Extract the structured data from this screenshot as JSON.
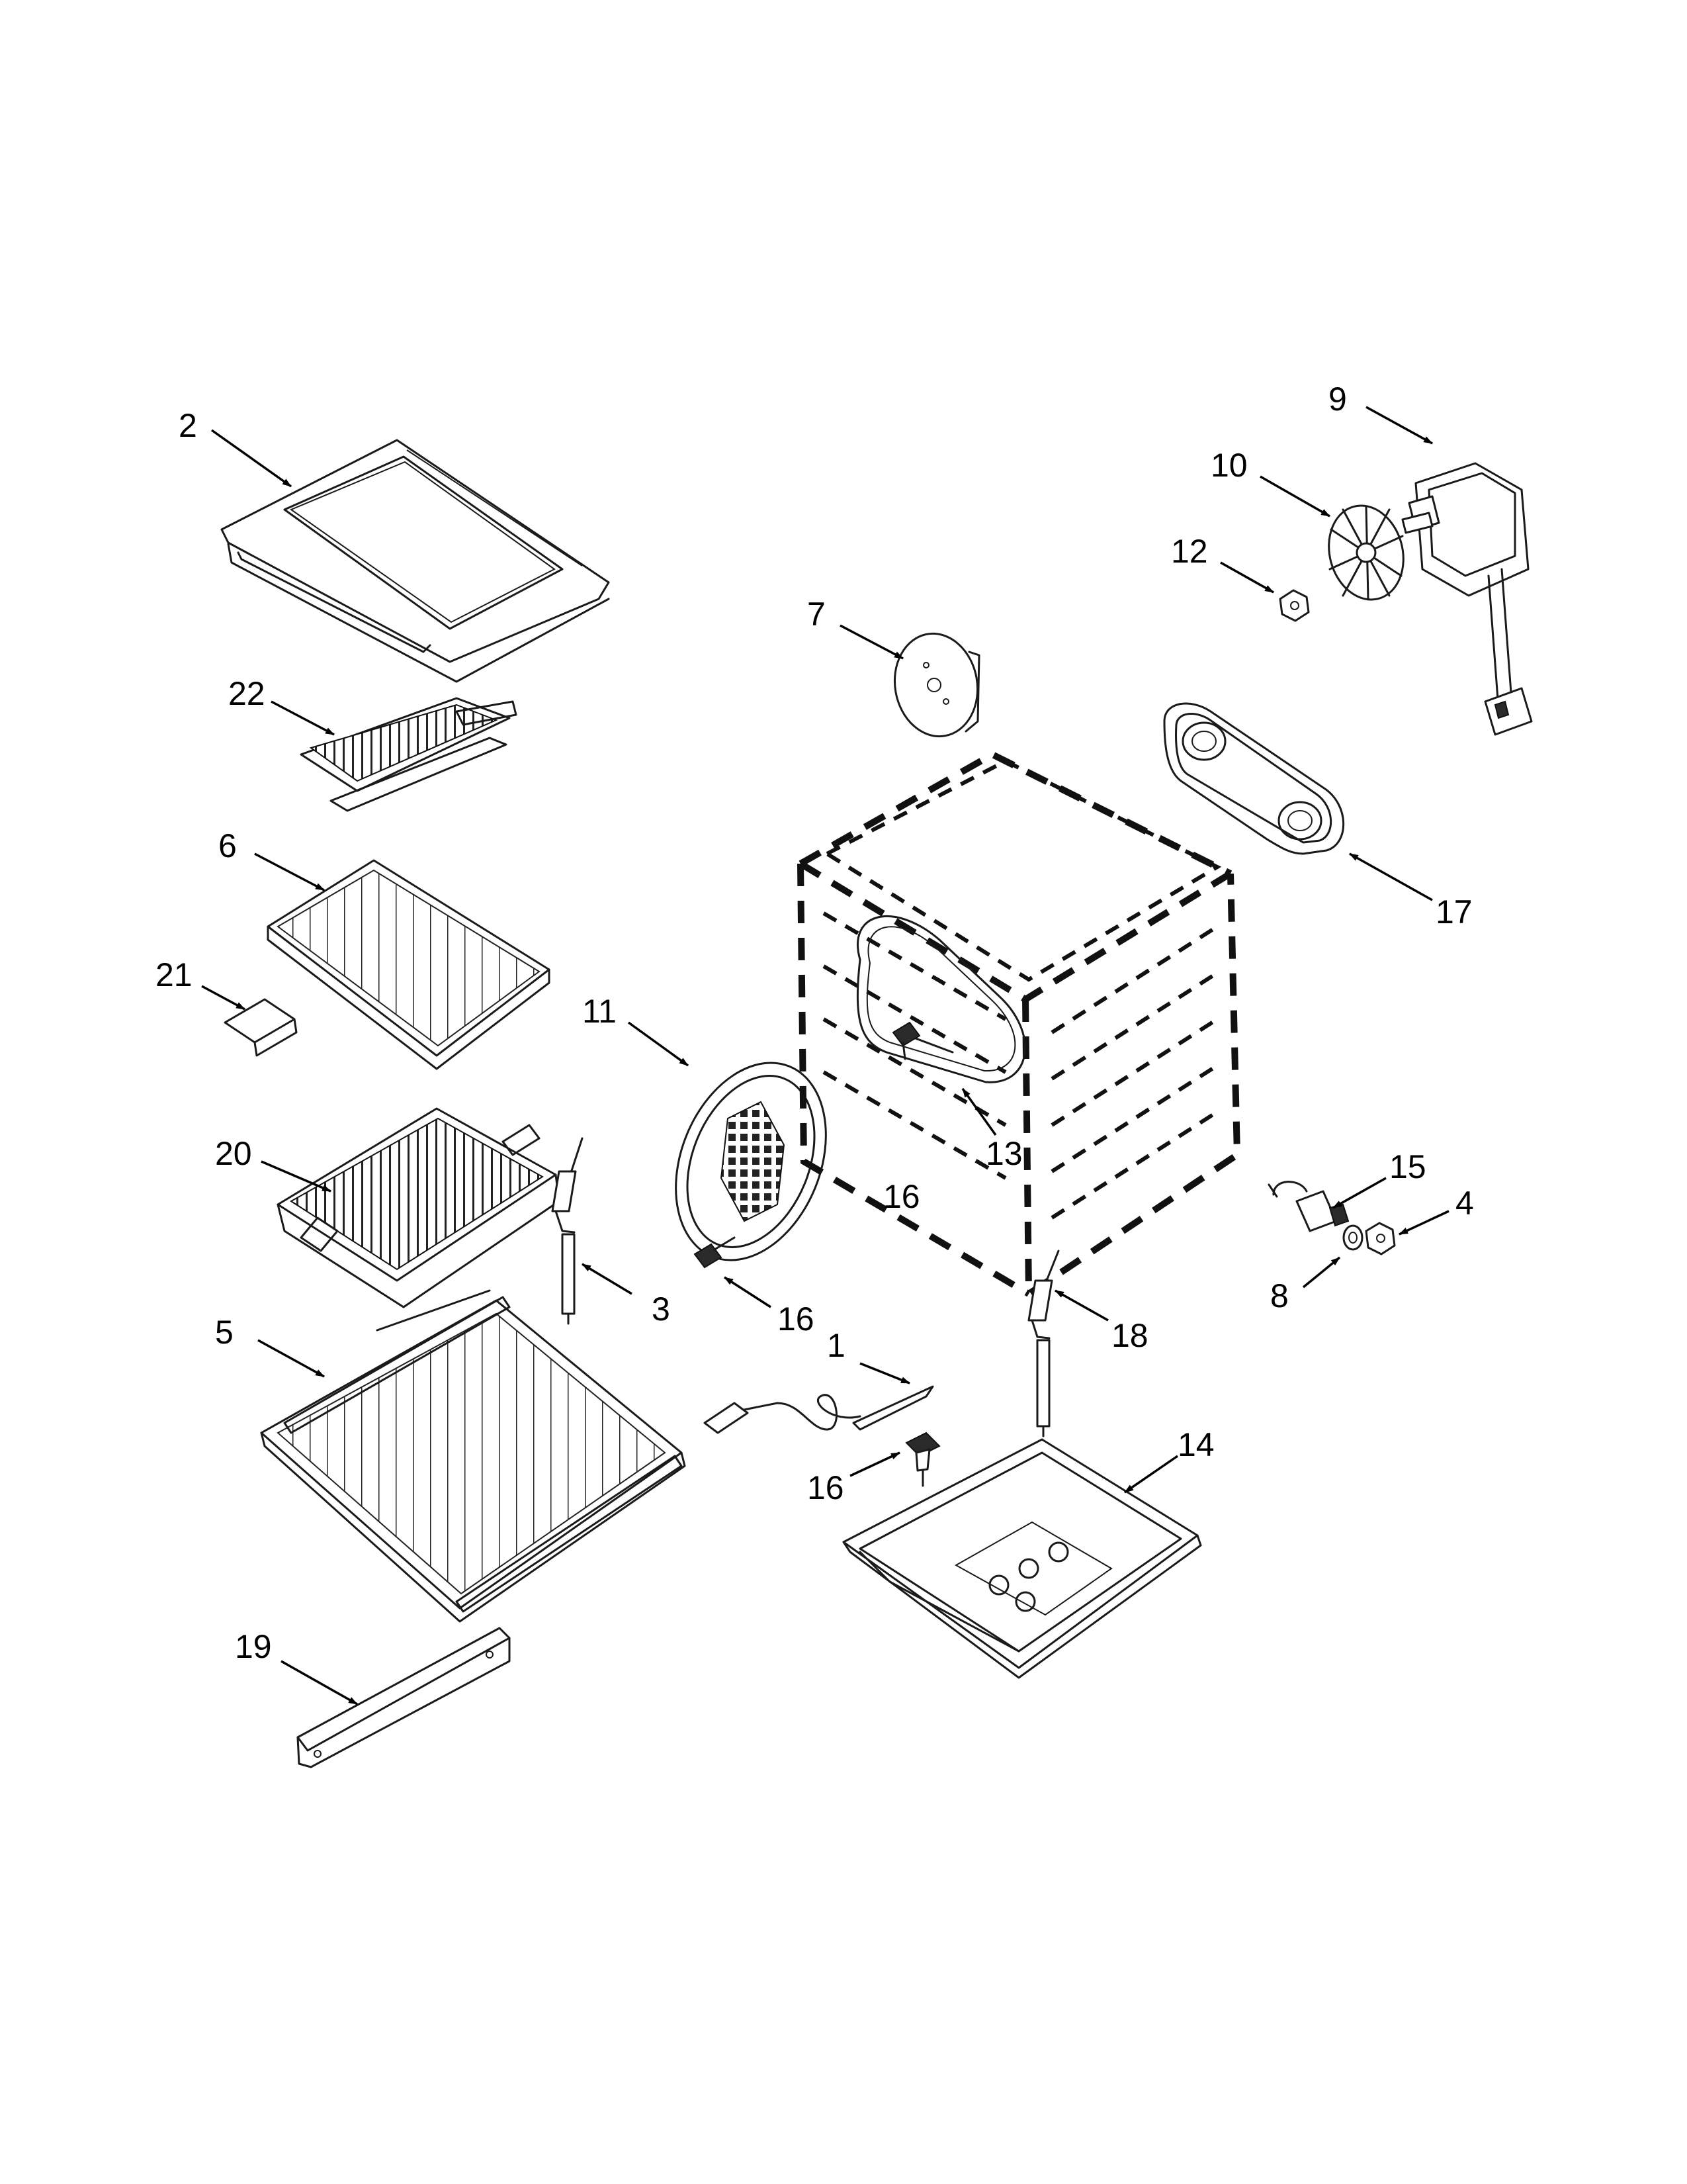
{
  "callouts": {
    "c1": "1",
    "c2": "2",
    "c3": "3",
    "c4": "4",
    "c5": "5",
    "c6": "6",
    "c7": "7",
    "c8": "8",
    "c9": "9",
    "c10": "10",
    "c11": "11",
    "c12": "12",
    "c13": "13",
    "c14": "14",
    "c15": "15",
    "c16a": "16",
    "c16b": "16",
    "c16c": "16",
    "c17": "17",
    "c18": "18",
    "c19": "19",
    "c20": "20",
    "c21": "21",
    "c22": "22"
  }
}
